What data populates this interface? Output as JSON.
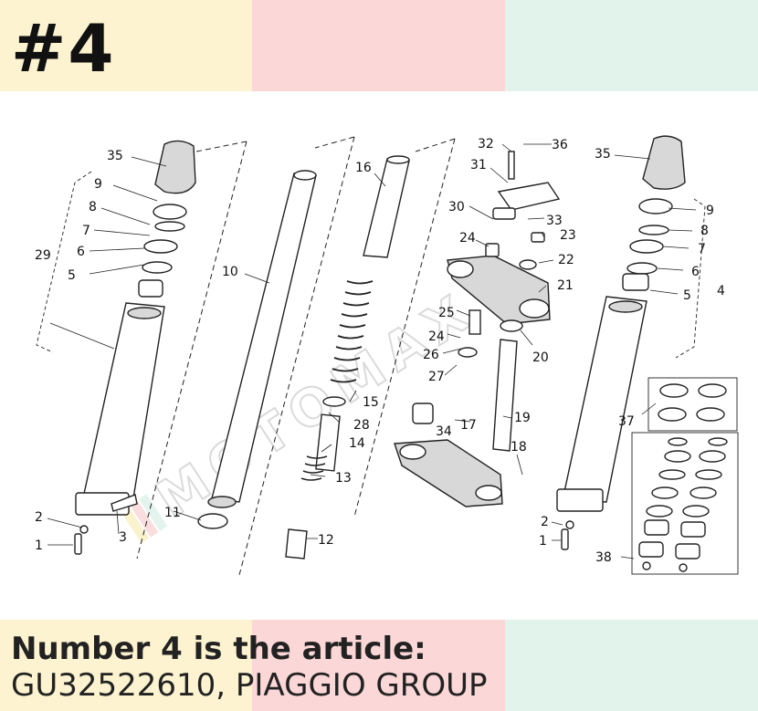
{
  "header": {
    "title": "#4"
  },
  "caption": {
    "line1": "Number 4 is the article:",
    "line2": "GU32522610, PIAGGIO GROUP"
  },
  "watermark": {
    "text": "MOTOMAX"
  },
  "colors": {
    "yellow": "#fdf3d0",
    "pink": "#fcd7d7",
    "mint": "#e2f3ec"
  },
  "callouts": [
    "35",
    "9",
    "8",
    "7",
    "29",
    "6",
    "5",
    "2",
    "1",
    "3",
    "11",
    "10",
    "16",
    "15",
    "28",
    "14",
    "13",
    "12",
    "32",
    "36",
    "31",
    "30",
    "33",
    "23",
    "24",
    "22",
    "21",
    "25",
    "24",
    "26",
    "20",
    "27",
    "17",
    "19",
    "34",
    "18",
    "35",
    "9",
    "8",
    "7",
    "6",
    "5",
    "4",
    "37",
    "2",
    "1",
    "38"
  ]
}
